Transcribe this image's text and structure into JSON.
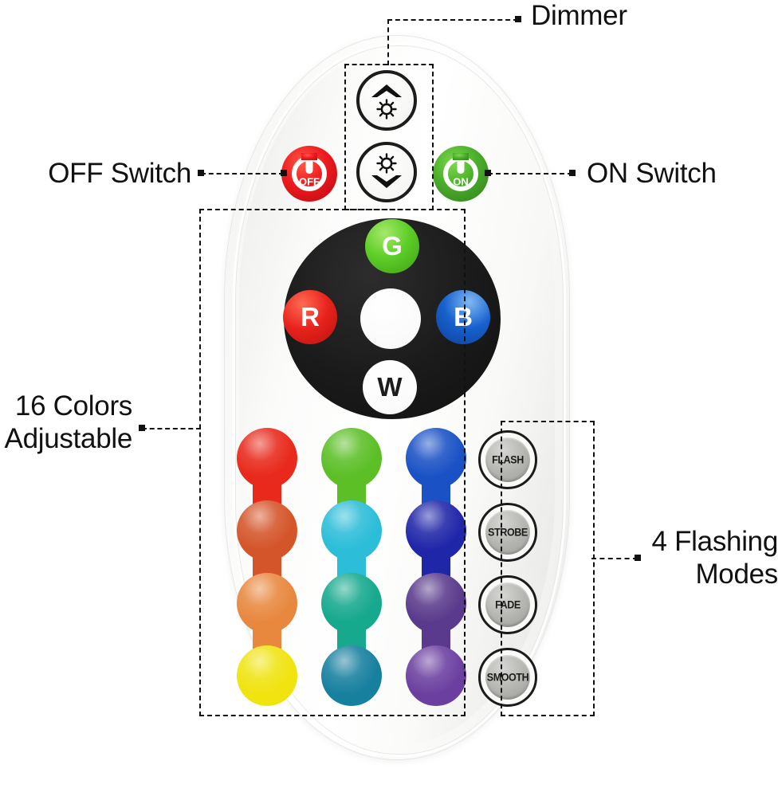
{
  "scene": {
    "subject": "rgb-led-remote-control",
    "background_color": "#ffffff"
  },
  "annotations": [
    {
      "id": "dimmer",
      "label": "Dimmer",
      "align": "left"
    },
    {
      "id": "off-switch",
      "label": "OFF Switch",
      "align": "right"
    },
    {
      "id": "on-switch",
      "label": "ON Switch",
      "align": "left"
    },
    {
      "id": "colors",
      "label": "16 Colors\nAdjustable",
      "align": "right"
    },
    {
      "id": "modes",
      "label": "4 Flashing\nModes",
      "align": "left"
    }
  ],
  "remote": {
    "body_color": "#f7f7f5",
    "power_buttons": [
      {
        "name": "off",
        "label": "OFF",
        "color": "#ee1c20"
      },
      {
        "name": "on",
        "label": "ON",
        "color": "#4cb02b"
      }
    ],
    "dimmer_buttons": [
      {
        "name": "brightness-up",
        "icon": "chevron-up-sun-icon",
        "direction": "up"
      },
      {
        "name": "brightness-down",
        "icon": "sun-chevron-down-icon",
        "direction": "down"
      }
    ],
    "color_pad": {
      "pad_color": "#1a1a1a",
      "buttons": [
        {
          "name": "green",
          "label": "G",
          "color": "#4fc21e",
          "text_color": "#ffffff"
        },
        {
          "name": "red",
          "label": "R",
          "color": "#e8221c",
          "text_color": "#ffffff"
        },
        {
          "name": "blue",
          "label": "B",
          "color": "#1761cf",
          "text_color": "#ffffff"
        },
        {
          "name": "center",
          "label": "",
          "color": "#ffffff",
          "text_color": "#1a1a1a"
        },
        {
          "name": "white",
          "label": "W",
          "color": "#fbfbfb",
          "text_color": "#1c1c1c"
        }
      ]
    },
    "color_grid": {
      "columns": 3,
      "rows": 4,
      "swatches": [
        [
          {
            "name": "color-red",
            "color": "#e8291b"
          },
          {
            "name": "color-dark-orange",
            "color": "#d4552a"
          },
          {
            "name": "color-orange",
            "color": "#e8883f"
          },
          {
            "name": "color-yellow",
            "color": "#f0e310"
          }
        ],
        [
          {
            "name": "color-green",
            "color": "#5cbf26"
          },
          {
            "name": "color-cyan",
            "color": "#2cbdd8"
          },
          {
            "name": "color-teal",
            "color": "#16a98d"
          },
          {
            "name": "color-steel-blue",
            "color": "#17809f"
          }
        ],
        [
          {
            "name": "color-blue",
            "color": "#1a51c5"
          },
          {
            "name": "color-navy",
            "color": "#2026a8"
          },
          {
            "name": "color-dark-purple",
            "color": "#5a3a8c"
          },
          {
            "name": "color-purple",
            "color": "#6b3fa0"
          }
        ]
      ]
    },
    "mode_buttons": [
      {
        "name": "flash-button",
        "label": "FLASH"
      },
      {
        "name": "strobe-button",
        "label": "STROBE"
      },
      {
        "name": "fade-button",
        "label": "FADE"
      },
      {
        "name": "smooth-button",
        "label": "SMOOTH"
      }
    ]
  }
}
